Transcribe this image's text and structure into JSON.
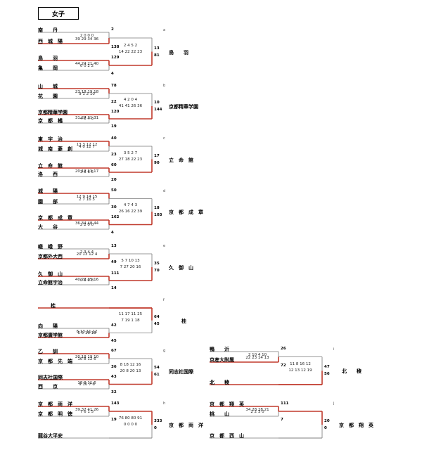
{
  "title": "女子",
  "blocks": [
    {
      "label": "a",
      "winner": "鳥　　羽",
      "matches": [
        {
          "top": {
            "name": "南　　丹",
            "quarters": "2 0 0 0",
            "score": "2",
            "won": false
          },
          "bottom": {
            "name": "西　城　陽",
            "quarters": "39 29 34 36",
            "score": "138",
            "won": true
          }
        },
        {
          "top": {
            "name": "鳥　　羽",
            "quarters": "44 24 21 40",
            "score": "129",
            "won": true
          },
          "bottom": {
            "name": "亀　　岡",
            "quarters": "0 0 2 2",
            "score": "4",
            "won": false
          }
        }
      ],
      "final": {
        "top_quarters": "2 4 5 2",
        "bottom_quarters": "14 22 22 23",
        "top_score": "13",
        "bottom_score": "81",
        "bottom_won": true
      }
    },
    {
      "label": "b",
      "winner": "京都精華学園",
      "matches": [
        {
          "top": {
            "name": "山　　城",
            "quarters": "23 18 19 18",
            "score": "78",
            "won": true
          },
          "bottom": {
            "name": "花　　園",
            "quarters": "9 1 2 10",
            "score": "22",
            "won": false
          }
        },
        {
          "top": {
            "name": "京都精華学園",
            "quarters": "31 27 31 31",
            "score": "120",
            "won": true
          },
          "bottom": {
            "name": "京　都　橘",
            "quarters": "4 8 4 3",
            "score": "19",
            "won": false
          }
        }
      ],
      "final": {
        "top_quarters": "4 2 0 4",
        "bottom_quarters": "41 41 26 36",
        "top_score": "10",
        "bottom_score": "144",
        "bottom_won": true
      }
    },
    {
      "label": "c",
      "winner": "立　命　館",
      "matches": [
        {
          "top": {
            "name": "東　宇　治",
            "quarters": "13 3 12 12",
            "score": "40",
            "won": true
          },
          "bottom": {
            "name": "城　南　菱　創",
            "quarters": "4 0 12 7",
            "score": "23",
            "won": false
          }
        },
        {
          "top": {
            "name": "立　命　館",
            "quarters": "20 12 11 17",
            "score": "60",
            "won": true
          },
          "bottom": {
            "name": "洛　　西",
            "quarters": "3 6 6 5",
            "score": "20",
            "won": false
          }
        }
      ],
      "final": {
        "top_quarters": "3 5 2 7",
        "bottom_quarters": "27 18 22 23",
        "top_score": "17",
        "bottom_score": "90",
        "bottom_won": true
      }
    },
    {
      "label": "d",
      "winner": "京　都　成　章",
      "matches": [
        {
          "top": {
            "name": "城　　陽",
            "quarters": "12 9 14 15",
            "score": "50",
            "won": true
          },
          "bottom": {
            "name": "園　　部",
            "quarters": "2 7 16 5",
            "score": "30",
            "won": false
          }
        },
        {
          "top": {
            "name": "京　都　成　章",
            "quarters": "36 34 48 44",
            "score": "162",
            "won": true
          },
          "bottom": {
            "name": "大　　谷",
            "quarters": "2 2 0 0",
            "score": "4",
            "won": false
          }
        }
      ],
      "final": {
        "top_quarters": "4 7 4 3",
        "bottom_quarters": "26 16 22 39",
        "top_score": "18",
        "bottom_score": "103",
        "bottom_won": true
      }
    },
    {
      "label": "e",
      "winner": "久　御　山",
      "matches": [
        {
          "top": {
            "name": "嵯　峨　野",
            "quarters": "2 3 4 4",
            "score": "13",
            "won": false
          },
          "bottom": {
            "name": "京都外大西",
            "quarters": "20 13 12 4",
            "score": "49",
            "won": true
          }
        },
        {
          "top": {
            "name": "久　御　山",
            "quarters": "40 22 25 16",
            "score": "111",
            "won": true
          },
          "bottom": {
            "name": "立命館宇治",
            "quarters": "0 6 0 8",
            "score": "14",
            "won": false
          }
        }
      ],
      "final": {
        "top_quarters": "5 7 10 13",
        "bottom_quarters": "7 27 20 16",
        "top_score": "35",
        "bottom_score": "70",
        "bottom_won": true
      }
    },
    {
      "label": "f",
      "winner": "桂",
      "bye": {
        "name": "桂"
      },
      "matches": [
        {
          "top": {
            "name": "向　　陽",
            "quarters": "6 13 11 12",
            "score": "42",
            "won": false
          },
          "bottom": {
            "name": "京都廣学館",
            "quarters": "6 5 16 18",
            "score": "45",
            "won": true
          }
        }
      ],
      "final": {
        "top_quarters": "11 17 11 25",
        "bottom_quarters": "7 19 1 18",
        "top_score": "64",
        "bottom_score": "45",
        "top_won": true
      }
    },
    {
      "label": "g",
      "winner": "同志社国際",
      "matches": [
        {
          "top": {
            "name": "乙　　訓",
            "quarters": "20 18 19 10",
            "score": "67",
            "won": true
          },
          "bottom": {
            "name": "京　都　先　端",
            "quarters": "10 8 12 6",
            "score": "36",
            "won": false
          }
        },
        {
          "top": {
            "name": "同志社国際",
            "quarters": "18 8 11 6",
            "score": "43",
            "won": true
          },
          "bottom": {
            "name": "西　　京",
            "quarters": "9 10 7 6",
            "score": "32",
            "won": false
          }
        }
      ],
      "final": {
        "top_quarters": "8 18 12 16",
        "bottom_quarters": "20 8 20 13",
        "top_score": "54",
        "bottom_score": "61",
        "bottom_won": true
      }
    },
    {
      "label": "h",
      "winner": "京　都　両　洋",
      "matches": [
        {
          "top": {
            "name": "京　都　両　洋",
            "quarters": "39 37 41 26",
            "score": "143",
            "won": true
          },
          "bottom": {
            "name": "京　都　明　徳",
            "quarters": "7 6 1 5",
            "score": "19",
            "won": false
          }
        }
      ],
      "bye": {
        "name": "龍谷大平安"
      },
      "final": {
        "top_quarters": "76 80 80 91",
        "bottom_quarters": "0 0 0 0",
        "top_score": "333",
        "bottom_score": "0",
        "top_won": true
      }
    },
    {
      "label": "i",
      "winner": "北　　稜",
      "matches": [
        {
          "top": {
            "name": "鴨　　沂",
            "quarters": "2 10 4 10",
            "score": "26",
            "won": false
          },
          "bottom": {
            "name": "京産大附属",
            "quarters": "22 23 14 13",
            "score": "72",
            "won": true
          }
        }
      ],
      "bye": {
        "name": "北　　稜"
      },
      "final": {
        "top_quarters": "11 8 16 12",
        "bottom_quarters": "12 13 12 19",
        "top_score": "47",
        "bottom_score": "56",
        "bottom_won": true
      }
    },
    {
      "label": "j",
      "winner": "京　都　翔　英",
      "matches": [
        {
          "top": {
            "name": "京　都　翔　英",
            "quarters": "34 28 28 21",
            "score": "111",
            "won": true
          },
          "bottom": {
            "name": "桃　　山",
            "quarters": "2 2 3 0",
            "score": "7",
            "won": false
          }
        }
      ],
      "bye": {
        "name": "京　都　西　山"
      },
      "final": {
        "top_quarters": "",
        "bottom_quarters": "",
        "top_score": "20",
        "bottom_score": "0",
        "top_won": true
      }
    }
  ]
}
